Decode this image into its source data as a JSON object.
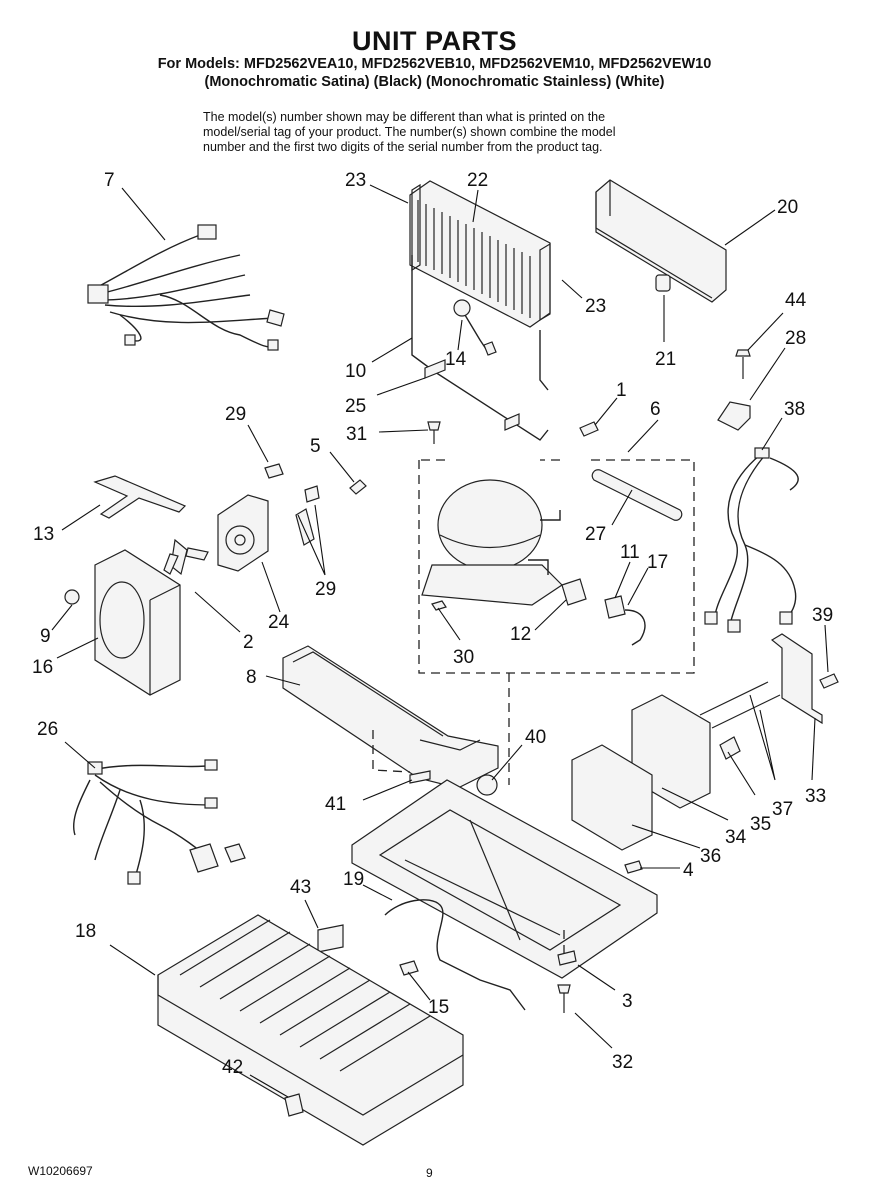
{
  "header": {
    "title": "UNIT PARTS",
    "models_line1": "For Models: MFD2562VEA10, MFD2562VEB10, MFD2562VEM10, MFD2562VEW10",
    "models_line2": "(Monochromatic Satina)   (Black) (Monochromatic Stainless) (White)",
    "note_lines": [
      "The model(s) number shown may be different than what is printed on the",
      "model/serial tag of your product. The number(s) shown combine the model",
      "number and the first two digits of the serial number from the product tag."
    ]
  },
  "footer": {
    "doc_number": "W10206697",
    "page_number": "9"
  },
  "callouts": [
    "7",
    "23",
    "22",
    "20",
    "23",
    "44",
    "28",
    "10",
    "14",
    "21",
    "25",
    "1",
    "6",
    "38",
    "29",
    "31",
    "5",
    "13",
    "27",
    "11",
    "17",
    "29",
    "9",
    "2",
    "24",
    "12",
    "30",
    "39",
    "16",
    "8",
    "26",
    "40",
    "41",
    "33",
    "37",
    "35",
    "34",
    "36",
    "4",
    "19",
    "43",
    "18",
    "3",
    "15",
    "32",
    "42"
  ]
}
